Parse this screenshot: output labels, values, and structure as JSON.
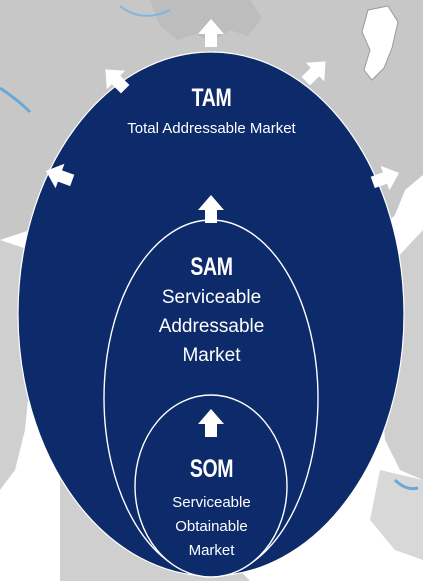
{
  "colors": {
    "map_land": "#c7c7c7",
    "map_sea": "#ffffff",
    "map_water_accent": "#6aa8d8",
    "ellipse_fill": "#0d2a6b",
    "ellipse_stroke": "#ffffff",
    "text": "#ffffff"
  },
  "tam": {
    "abbr": "TAM",
    "label": "Total Addressable Market"
  },
  "sam": {
    "abbr": "SAM",
    "label_lines": [
      "Serviceable",
      "Addressable",
      "Market"
    ]
  },
  "som": {
    "abbr": "SOM",
    "label_lines": [
      "Serviceable",
      "Obtainable",
      "Market"
    ]
  },
  "icons": [
    "arrow-up-icon",
    "arrow-up-left-icon",
    "arrow-up-right-icon",
    "arrow-left-icon",
    "arrow-right-icon"
  ]
}
